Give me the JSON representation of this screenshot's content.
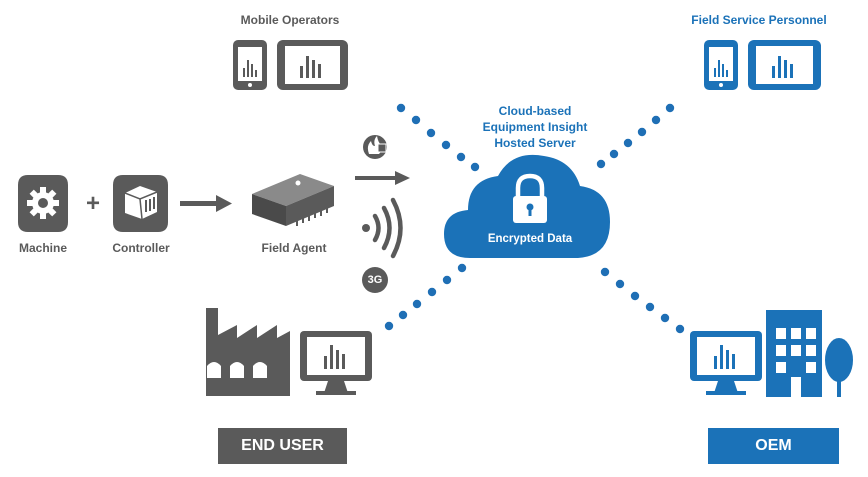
{
  "labels": {
    "mobile_operators": "Mobile Operators",
    "field_service": "Field Service Personnel",
    "cloud_line1": "Cloud-based",
    "cloud_line2": "Equipment Insight",
    "cloud_line3": "Hosted Server",
    "encrypted": "Encrypted Data",
    "machine": "Machine",
    "controller": "Controller",
    "field_agent": "Field Agent",
    "plus": "+",
    "three_g": "3G",
    "end_user": "END USER",
    "oem": "OEM"
  },
  "colors": {
    "gray": "#5a5a5a",
    "blue": "#1b72b8",
    "dot_blue": "#1f6fb5"
  },
  "icons": [
    "tablet-icon",
    "phone-icon",
    "gear-icon",
    "controller-icon",
    "field-agent-device-icon",
    "arrow-icon",
    "wifi-icon",
    "cellular-3g-icon",
    "firewall-icon",
    "cloud-icon",
    "lock-icon",
    "factory-icon",
    "monitor-icon",
    "office-building-icon",
    "tree-icon"
  ]
}
